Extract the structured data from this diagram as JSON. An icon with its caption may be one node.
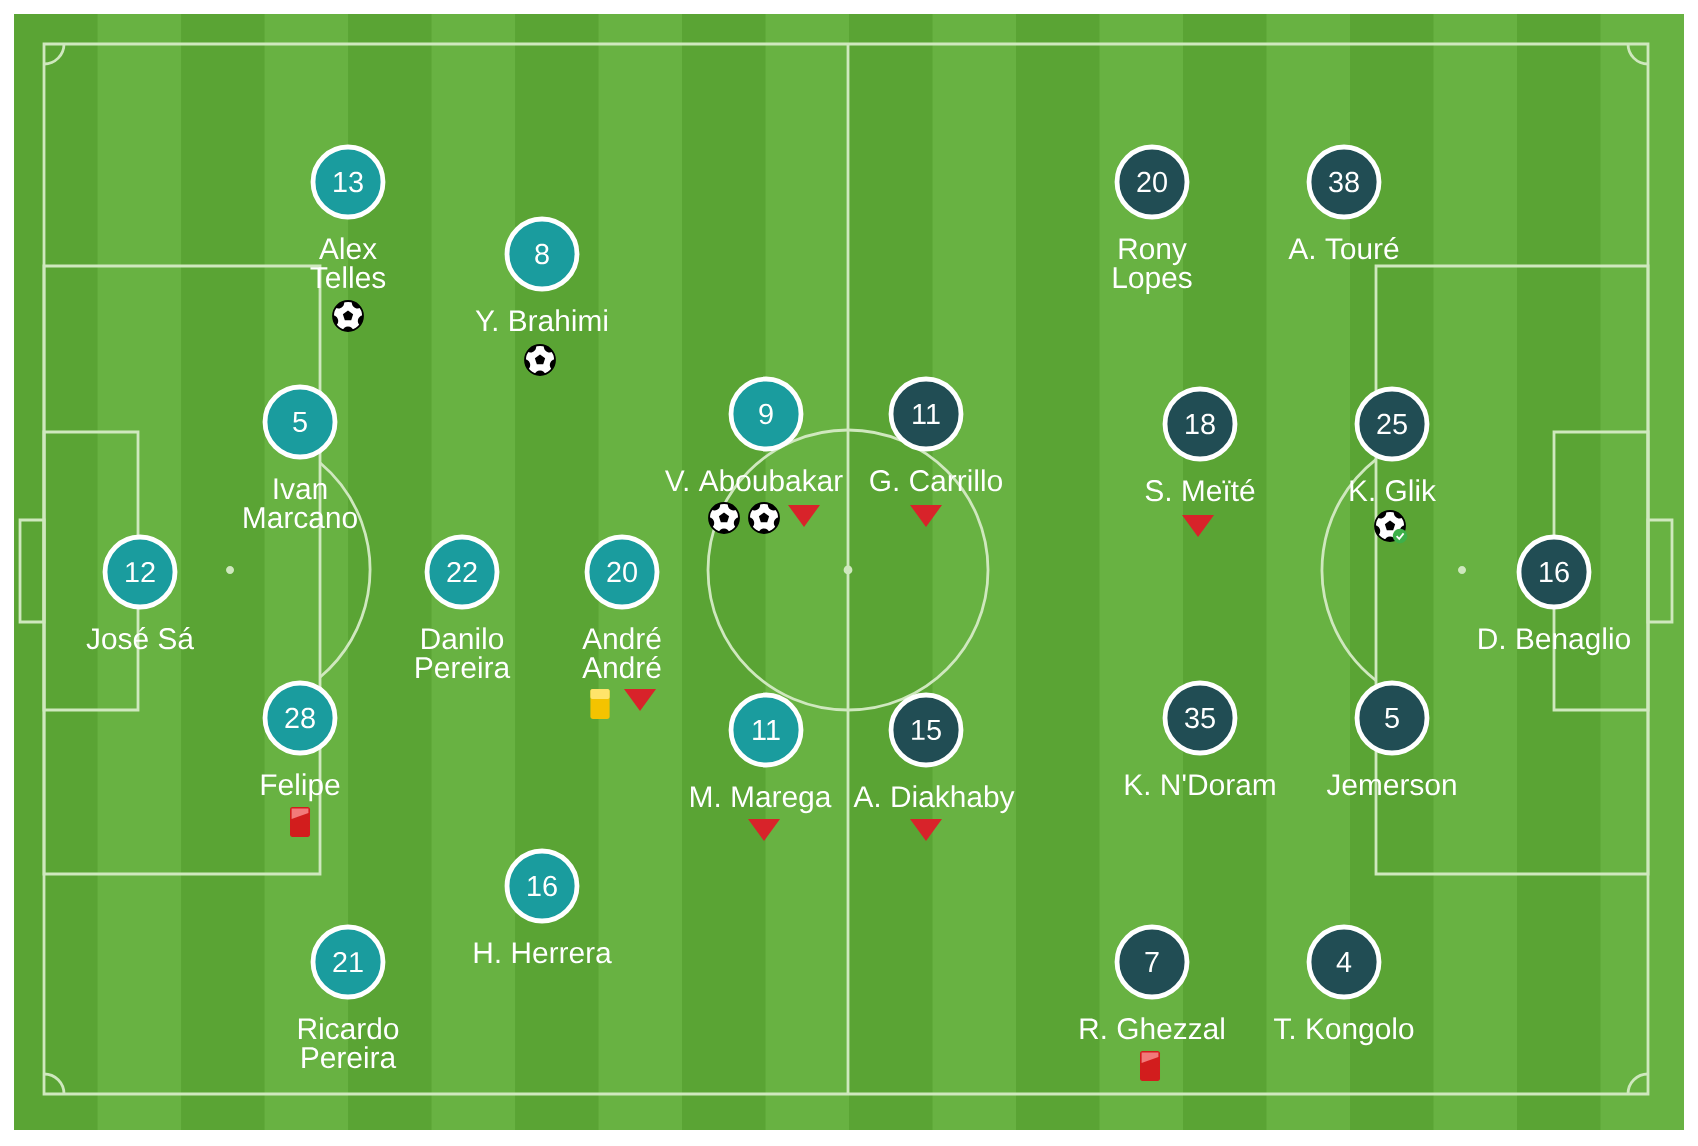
{
  "diagram": {
    "nodes": [
      {
        "text": [
          "12"
        ],
        "beside": [
          "José Sá"
        ]
      },
      {
        "text": [
          "13"
        ],
        "beside": [
          "Alex Telles"
        ]
      },
      {
        "text": [
          "5"
        ],
        "beside": [
          "Ivan Marcano"
        ]
      },
      {
        "text": [
          "28"
        ],
        "beside": [
          "Felipe"
        ]
      },
      {
        "text": [
          "21"
        ],
        "beside": [
          "Ricardo Pereira"
        ]
      },
      {
        "text": [
          "8"
        ],
        "beside": [
          "Y. Brahimi"
        ]
      },
      {
        "text": [
          "22"
        ],
        "beside": [
          "Danilo Pereira"
        ]
      },
      {
        "text": [
          "20"
        ],
        "beside": [
          "André André"
        ]
      },
      {
        "text": [
          "16"
        ],
        "beside": [
          "H. Herrera"
        ]
      },
      {
        "text": [
          "9"
        ],
        "beside": [
          "V. Aboubakar"
        ]
      },
      {
        "text": [
          "11"
        ],
        "beside": [
          "M. Marega"
        ]
      },
      {
        "text": [
          "11"
        ],
        "beside": [
          "G. Carrillo"
        ]
      },
      {
        "text": [
          "15"
        ],
        "beside": [
          "A. Diakhaby"
        ]
      },
      {
        "text": [
          "20"
        ],
        "beside": [
          "Rony Lopes"
        ]
      },
      {
        "text": [
          "18"
        ],
        "beside": [
          "S. Meïté"
        ]
      },
      {
        "text": [
          "35"
        ],
        "beside": [
          "K. N'Doram"
        ]
      },
      {
        "text": [
          "7"
        ],
        "beside": [
          "R. Ghezzal"
        ]
      },
      {
        "text": [
          "38"
        ],
        "beside": [
          "A. Touré"
        ]
      },
      {
        "text": [
          "25"
        ],
        "beside": [
          "K. Glik"
        ]
      },
      {
        "text": [
          "5"
        ],
        "beside": [
          "Jemerson"
        ]
      },
      {
        "text": [
          "4"
        ],
        "beside": [
          "T. Kongolo"
        ]
      },
      {
        "text": [
          "16"
        ],
        "beside": [
          "D. Benaglio"
        ]
      }
    ]
  }
}
